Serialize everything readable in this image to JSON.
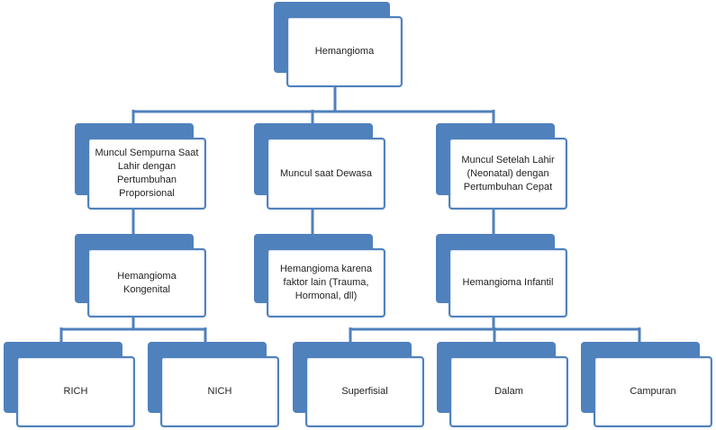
{
  "colors": {
    "node_fill": "#4f81bd",
    "connector": "#4f81bd",
    "text": "#222222"
  },
  "nodes": {
    "root": "Hemangioma",
    "branch1": "Muncul Sempurna Saat\nLahir dengan\nPertumbuhan\nProporsional",
    "branch2": "Muncul saat Dewasa",
    "branch3": "Muncul Setelah Lahir\n(Neonatal) dengan\nPertumbuhan Cepat",
    "type1": "Hemangioma\nKongenital",
    "type2": "Hemangioma karena\nfaktor lain (Trauma,\nHormonal, dll)",
    "type3": "Hemangioma Infantil",
    "rich": "RICH",
    "nich": "NICH",
    "superfisial": "Superfisial",
    "dalam": "Dalam",
    "campuran": "Campuran"
  }
}
